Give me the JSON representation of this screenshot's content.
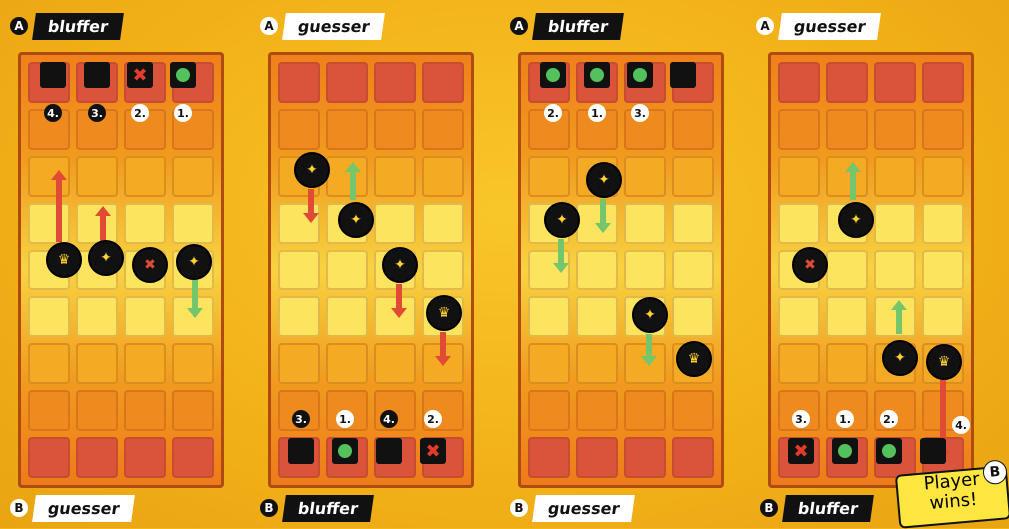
{
  "panels": [
    {
      "top": {
        "letter": "A",
        "role": "bluffer",
        "role_style": "dark"
      },
      "bottom": {
        "letter": "B",
        "role": "guesser",
        "role_style": "light"
      }
    },
    {
      "top": {
        "letter": "A",
        "role": "guesser",
        "role_style": "light"
      },
      "bottom": {
        "letter": "B",
        "role": "bluffer",
        "role_style": "dark"
      }
    },
    {
      "top": {
        "letter": "A",
        "role": "bluffer",
        "role_style": "dark"
      },
      "bottom": {
        "letter": "B",
        "role": "guesser",
        "role_style": "light"
      }
    },
    {
      "top": {
        "letter": "A",
        "role": "guesser",
        "role_style": "light"
      },
      "bottom": {
        "letter": "B",
        "role": "bluffer",
        "role_style": "dark"
      }
    }
  ],
  "numbers": [
    "1.",
    "2.",
    "3.",
    "4."
  ],
  "win": {
    "line1": "Player",
    "line2": "wins!",
    "player": "B"
  },
  "colors": {
    "red": "#e14b35",
    "green": "#74c56b",
    "yellow": "#ffd332"
  }
}
